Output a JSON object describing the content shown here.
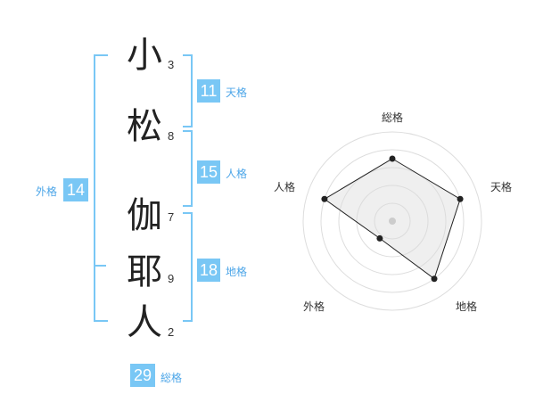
{
  "name": {
    "chars": [
      {
        "char": "小",
        "strokes": "3"
      },
      {
        "char": "松",
        "strokes": "8"
      },
      {
        "char": "伽",
        "strokes": "7"
      },
      {
        "char": "耶",
        "strokes": "9"
      },
      {
        "char": "人",
        "strokes": "2"
      }
    ]
  },
  "kakusu": {
    "tenkaku": {
      "value": "11",
      "label": "天格"
    },
    "jinkaku": {
      "value": "15",
      "label": "人格"
    },
    "chikaku": {
      "value": "18",
      "label": "地格"
    },
    "gaikaku": {
      "value": "14",
      "label": "外格"
    },
    "soukaku": {
      "value": "29",
      "label": "総格"
    }
  },
  "colors": {
    "accent": "#79c7f5",
    "label": "#4da6e8",
    "text": "#222222"
  },
  "chart_data": {
    "type": "radar",
    "axes": [
      "総格",
      "天格",
      "地格",
      "外格",
      "人格"
    ],
    "rmax": 5,
    "values": [
      3.5,
      4.0,
      4.0,
      1.2,
      4.0
    ]
  }
}
